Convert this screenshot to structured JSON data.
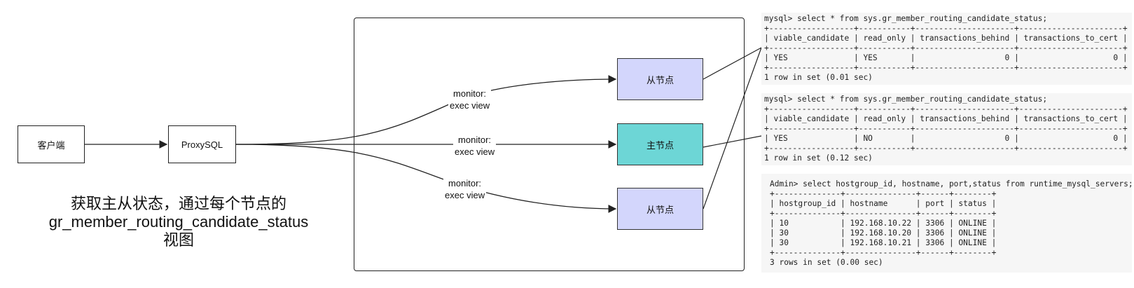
{
  "nodes": {
    "client": "客户端",
    "proxy": "ProxySQL",
    "slave_top": "从节点",
    "master": "主节点",
    "slave_bottom": "从节点"
  },
  "edges": {
    "monitor_1": [
      "monitor:",
      "exec view"
    ],
    "monitor_2": [
      "monitor:",
      "exec view"
    ],
    "monitor_3": [
      "monitor:",
      "exec view"
    ]
  },
  "caption": [
    "获取主从状态，通过每个节点的",
    "gr_member_routing_candidate_status",
    "视图"
  ],
  "terminals": [
    {
      "lines": [
        "mysql> select * from sys.gr_member_routing_candidate_status;",
        "+------------------+-----------+---------------------+----------------------+",
        "| viable_candidate | read_only | transactions_behind | transactions_to_cert |",
        "+------------------+-----------+---------------------+----------------------+",
        "| YES              | YES       |                   0 |                    0 |",
        "+------------------+-----------+---------------------+----------------------+",
        "1 row in set (0.01 sec)"
      ]
    },
    {
      "lines": [
        "mysql> select * from sys.gr_member_routing_candidate_status;",
        "+------------------+-----------+---------------------+----------------------+",
        "| viable_candidate | read_only | transactions_behind | transactions_to_cert |",
        "+------------------+-----------+---------------------+----------------------+",
        "| YES              | NO        |                   0 |                    0 |",
        "+------------------+-----------+---------------------+----------------------+",
        "1 row in set (0.12 sec)"
      ]
    },
    {
      "lines": [
        "Admin> select hostgroup_id, hostname, port,status from runtime_mysql_servers;",
        "+--------------+---------------+------+--------+",
        "| hostgroup_id | hostname      | port | status |",
        "+--------------+---------------+------+--------+",
        "| 10           | 192.168.10.22 | 3306 | ONLINE |",
        "| 30           | 192.168.10.20 | 3306 | ONLINE |",
        "| 30           | 192.168.10.21 | 3306 | ONLINE |",
        "+--------------+---------------+------+--------+",
        "3 rows in set (0.00 sec)"
      ]
    }
  ]
}
